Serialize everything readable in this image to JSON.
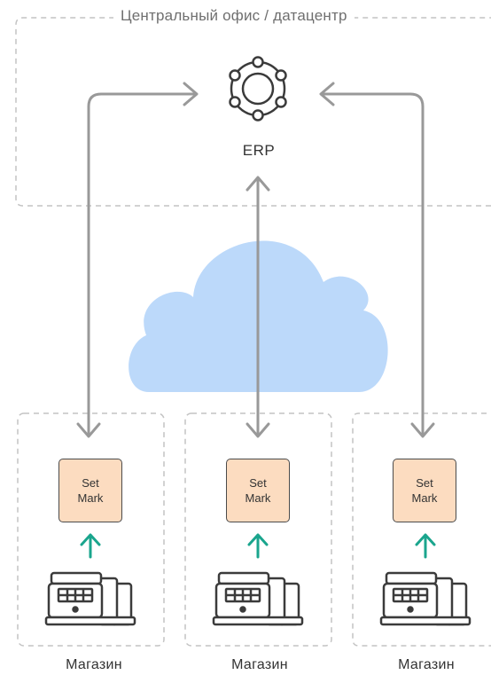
{
  "office": {
    "title": "Центральный офис / датацентр"
  },
  "erp": {
    "label": "ERP",
    "icon": "erp-network-icon"
  },
  "cloud": {
    "icon": "cloud-icon",
    "color": "#bcd9fa"
  },
  "stores": [
    {
      "label": "Магазин",
      "setmark_line1": "Set",
      "setmark_line2": "Mark"
    },
    {
      "label": "Магазин",
      "setmark_line1": "Set",
      "setmark_line2": "Mark"
    },
    {
      "label": "Магазин",
      "setmark_line1": "Set",
      "setmark_line2": "Mark"
    }
  ],
  "colors": {
    "connector": "#999999",
    "up_arrow": "#1aa58d",
    "setmark_fill": "#fcdcc0",
    "dashed_border": "#c4c4c4"
  }
}
